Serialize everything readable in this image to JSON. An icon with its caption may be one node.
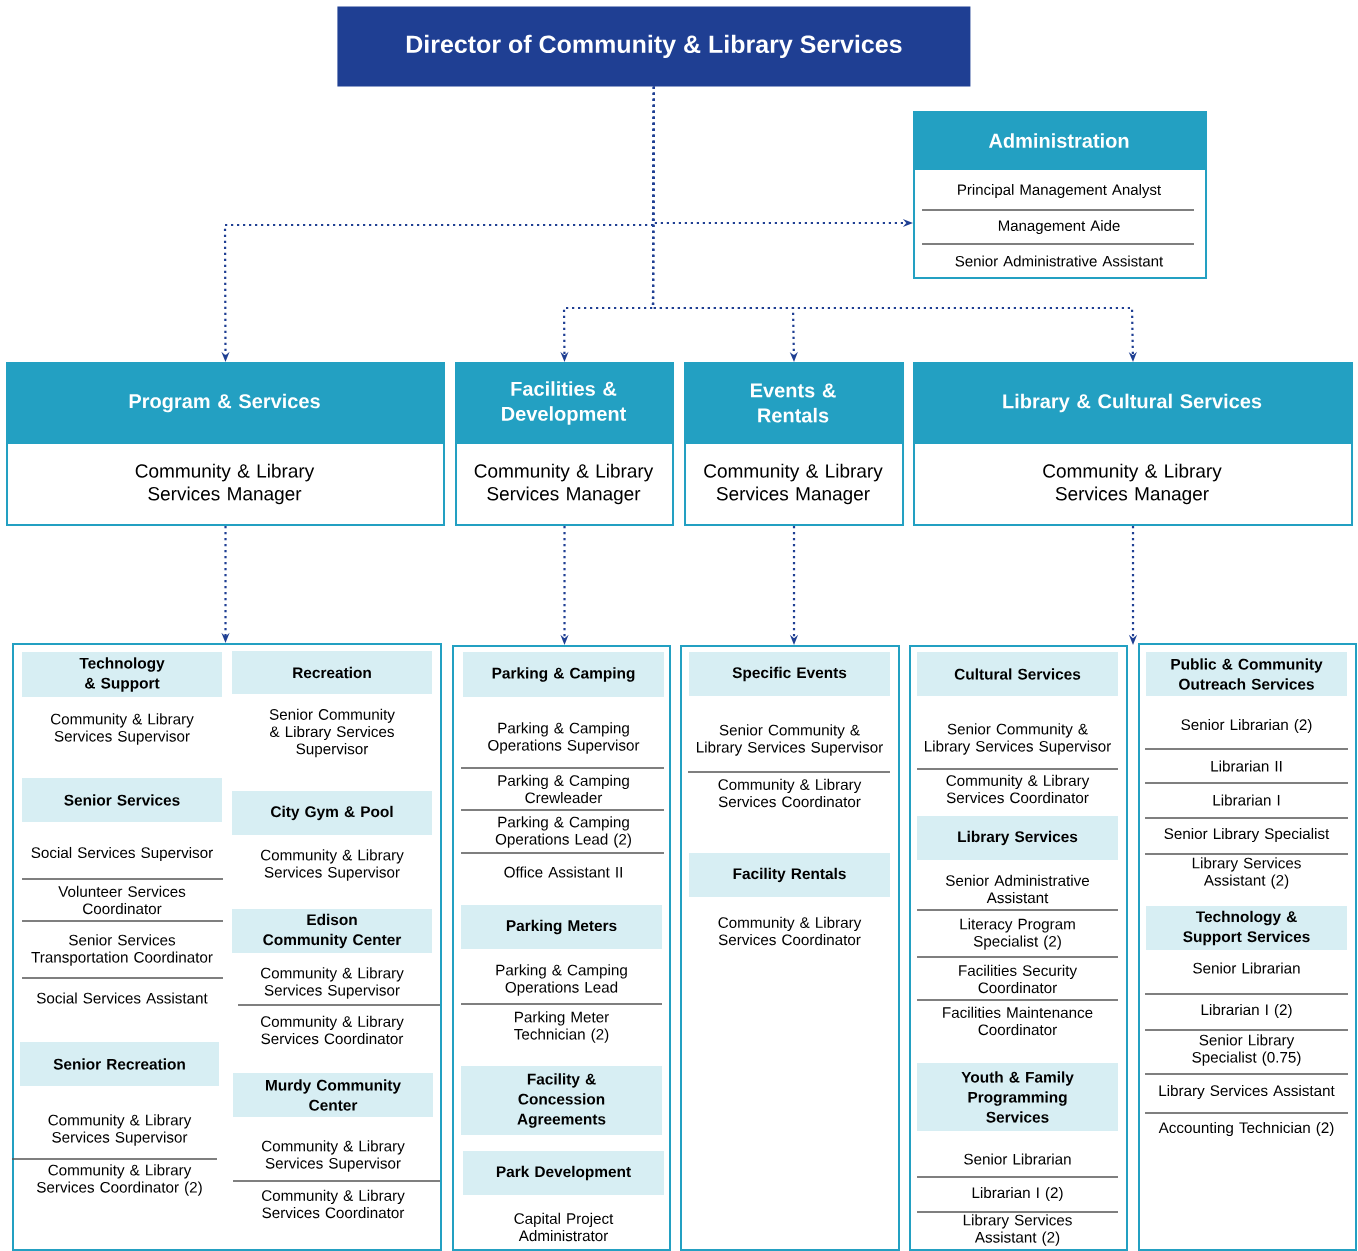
{
  "diagram": {
    "nodes": [
      {
        "text": [
          "Director of Community & Library Services"
        ]
      },
      {
        "text": [
          "Administration",
          "Principal Management Analyst",
          "Management Aide",
          "Senior Administrative Assistant"
        ]
      },
      {
        "text": [
          "Program & Services",
          "Community & Library Services Manager"
        ]
      },
      {
        "text": [
          "Facilities & Development",
          "Community & Library Services Manager"
        ]
      },
      {
        "text": [
          "Events & Rentals",
          "Community & Library Services Manager"
        ]
      },
      {
        "text": [
          "Library & Cultural Services",
          "Community & Library Services Manager"
        ]
      },
      {
        "text": [],
        "shape": "box"
      },
      {
        "text": [
          "Technology & Support",
          "Community & Library Services Supervisor"
        ],
        "in": 6
      },
      {
        "text": [
          "Senior Services",
          "Social Services Supervisor",
          "Volunteer Services Coordinator",
          "Senior Services Transportation Coordinator",
          "Social Services Assistant"
        ],
        "in": 6
      },
      {
        "text": [
          "Senior Recreation",
          "Community & Library Services Supervisor",
          "Community & Library Services Coordinator (2)"
        ],
        "in": 6
      },
      {
        "text": [
          "Recreation",
          "Senior Community & Library Services Supervisor"
        ],
        "in": 6
      },
      {
        "text": [
          "City Gym & Pool",
          "Community & Library Services Supervisor"
        ],
        "in": 6
      },
      {
        "text": [
          "Edison Community Center",
          "Community & Library Services Supervisor",
          "Community & Library Services Coordinator"
        ],
        "in": 6
      },
      {
        "text": [
          "Murdy Community Center",
          "Community & Library Services Supervisor",
          "Community & Library Services Coordinator"
        ],
        "in": 6
      },
      {
        "text": [],
        "shape": "box"
      },
      {
        "text": [
          "Parking & Camping",
          "Parking & Camping Operations Supervisor",
          "Parking & Camping Crewleader",
          "Parking & Camping Operations Lead (2)",
          "Office Assistant II"
        ],
        "in": 14
      },
      {
        "text": [
          "Parking Meters",
          "Parking & Camping Operations Lead",
          "Parking Meter Technician (2)"
        ],
        "in": 14
      },
      {
        "text": [
          "Facility & Concession Agreements"
        ],
        "in": 14
      },
      {
        "text": [
          "Park Development",
          "Capital Project Administrator"
        ],
        "in": 14
      },
      {
        "text": [],
        "shape": "box"
      },
      {
        "text": [
          "Specific Events",
          "Senior Community & Library Services Supervisor",
          "Community & Library Services Coordinator"
        ],
        "in": 19
      },
      {
        "text": [
          "Facility Rentals",
          "Community & Library Services Coordinator"
        ],
        "in": 19
      },
      {
        "text": [],
        "shape": "box"
      },
      {
        "text": [
          "Cultural Services",
          "Senior Community & Library Services Supervisor",
          "Community & Library Services Coordinator"
        ],
        "in": 22
      },
      {
        "text": [
          "Library Services",
          "Senior Administrative Assistant",
          "Literacy Program Specialist (2)",
          "Facilities Security Coordinator",
          "Facilities Maintenance Coordinator"
        ],
        "in": 22
      },
      {
        "text": [
          "Youth & Family Programming Services",
          "Senior Librarian",
          "Librarian I (2)",
          "Library Services Assistant (2)"
        ],
        "in": 22
      },
      {
        "text": [],
        "shape": "box"
      },
      {
        "text": [
          "Public & Community Outreach Services",
          "Senior Librarian (2)",
          "Librarian II",
          "Librarian I",
          "Senior Library Specialist",
          "Library Services Assistant (2)"
        ],
        "in": 26
      },
      {
        "text": [
          "Technology & Support Services",
          "Senior Librarian",
          "Librarian I (2)",
          "Senior Library Specialist (0.75)",
          "Library Services Assistant",
          "Accounting Technician (2)"
        ],
        "in": 26
      }
    ],
    "edges": [
      {
        "from": 0,
        "to": 1,
        "arrow": "to",
        "style": "dashed"
      },
      {
        "from": 0,
        "to": 2,
        "arrow": "to",
        "style": "dashed"
      },
      {
        "from": 0,
        "to": 3,
        "arrow": "to",
        "style": "dashed"
      },
      {
        "from": 0,
        "to": 4,
        "arrow": "to",
        "style": "dashed"
      },
      {
        "from": 0,
        "to": 5,
        "arrow": "to",
        "style": "dashed"
      },
      {
        "from": 2,
        "to": 6,
        "arrow": "to",
        "style": "dashed"
      },
      {
        "from": 3,
        "to": 14,
        "arrow": "to",
        "style": "dashed"
      },
      {
        "from": 4,
        "to": 19,
        "arrow": "to",
        "style": "dashed"
      },
      {
        "from": 5,
        "to": 22,
        "arrow": "to",
        "style": "dashed"
      }
    ]
  }
}
